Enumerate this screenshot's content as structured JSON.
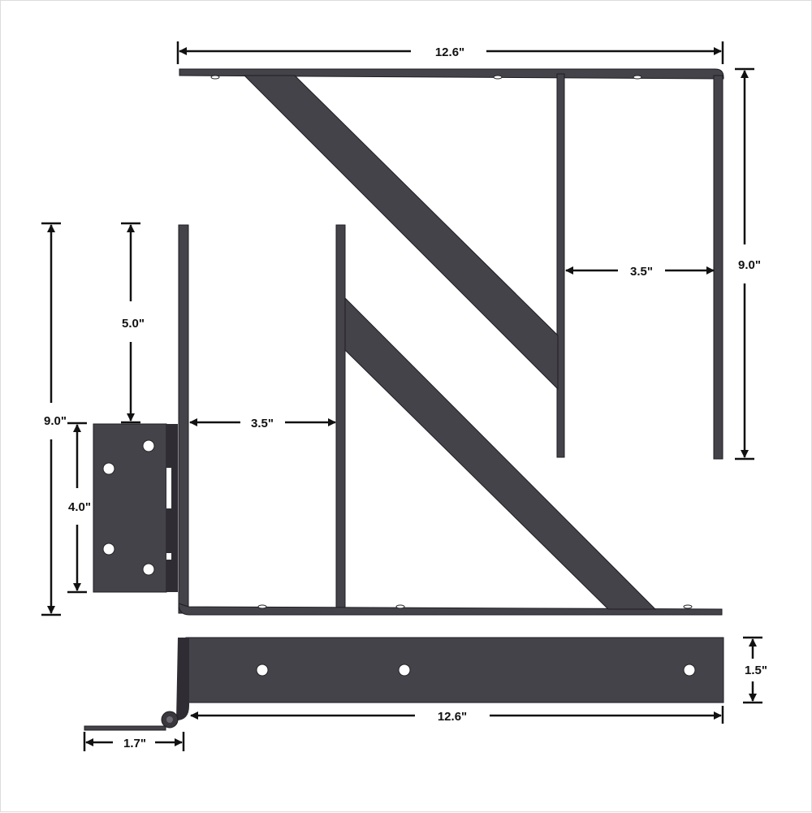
{
  "dimensions": {
    "top_width": "12.6\"",
    "right_height": "9.0\"",
    "upper_inner_width": "3.5\"",
    "left_total_height": "9.0\"",
    "left_upper_height": "5.0\"",
    "hinge_height": "4.0\"",
    "lower_inner_width": "3.5\"",
    "strap_height": "1.5\"",
    "strap_length": "12.6\"",
    "pin_offset": "1.7\""
  },
  "colors": {
    "metal": "#45434a",
    "dimension_lines": "#111111",
    "background": "#ffffff"
  }
}
